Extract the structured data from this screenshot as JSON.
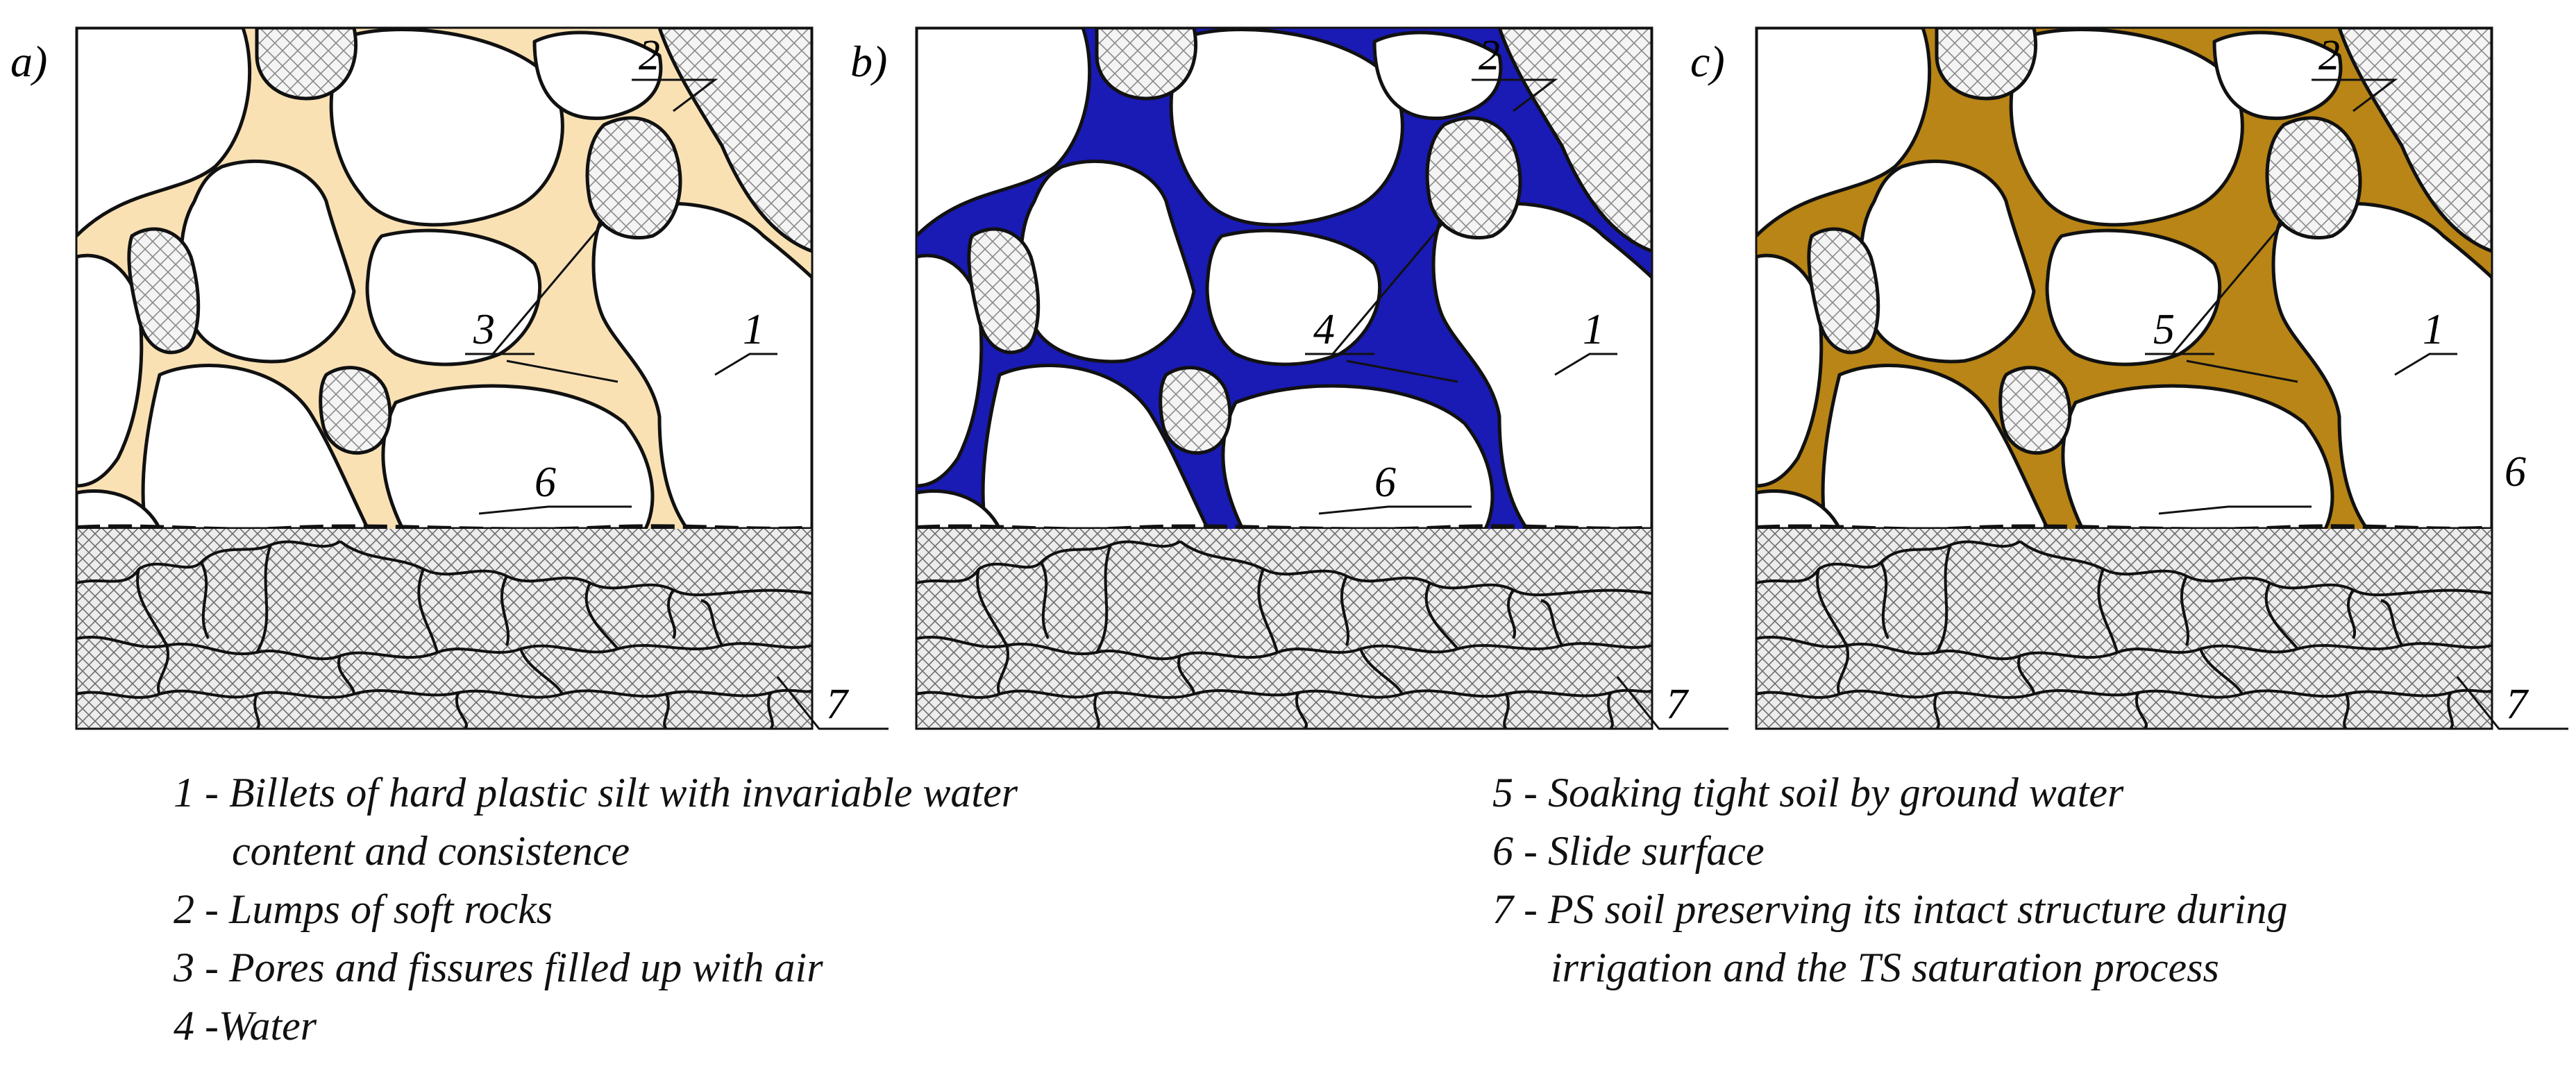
{
  "panels": [
    {
      "id": "a",
      "letter": "a)",
      "pore_color": "#f9e1b4",
      "callouts": {
        "rock": "2",
        "pore": "3",
        "billet": "1",
        "slide": "6",
        "soil": "7"
      }
    },
    {
      "id": "b",
      "letter": "b)",
      "pore_color": "#1a1ab4",
      "callouts": {
        "rock": "2",
        "pore": "4",
        "billet": "1",
        "slide": "6",
        "soil": "7"
      }
    },
    {
      "id": "c",
      "letter": "c)",
      "pore_color": "#b88516",
      "callouts": {
        "rock": "2",
        "pore": "5",
        "billet": "1",
        "slide": "6",
        "soil": "7"
      }
    }
  ],
  "legend": {
    "left": [
      {
        "line1": "1 - Billets of hard plastic silt with invariable water",
        "line2": "content and consistence"
      },
      {
        "line1": "2 - Lumps of soft rocks",
        "line2": ""
      },
      {
        "line1": "3 - Pores and fissures filled up with air",
        "line2": ""
      },
      {
        "line1": "4 -Water",
        "line2": ""
      }
    ],
    "right": [
      {
        "line1": "5 - Soaking tight soil by ground water",
        "line2": ""
      },
      {
        "line1": "6 - Slide surface",
        "line2": ""
      },
      {
        "line1": "7 - PS soil preserving its intact structure during",
        "line2": "irrigation and the TS saturation process"
      }
    ]
  }
}
